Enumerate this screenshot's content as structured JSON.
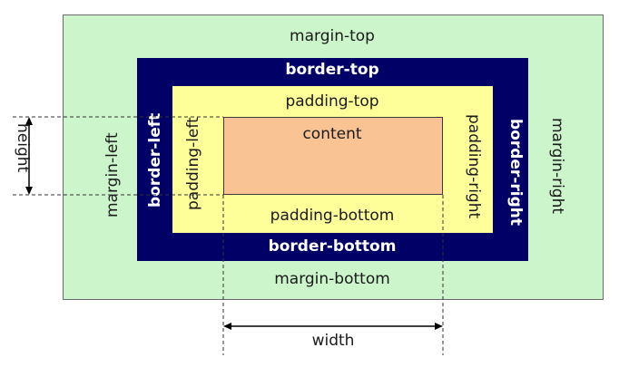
{
  "margin": {
    "top": "margin-top",
    "bottom": "margin-bottom",
    "left": "margin-left",
    "right": "margin-right"
  },
  "border": {
    "top": "border-top",
    "bottom": "border-bottom",
    "left": "border-left",
    "right": "border-right"
  },
  "padding": {
    "top": "padding-top",
    "bottom": "padding-bottom",
    "left": "padding-left",
    "right": "padding-right"
  },
  "content": {
    "label": "content"
  },
  "dimensions": {
    "height": "height",
    "width": "width"
  },
  "colors": {
    "margin": "#ccf5cc",
    "border": "#000066",
    "padding": "#ffff99",
    "content": "#f9c394"
  }
}
